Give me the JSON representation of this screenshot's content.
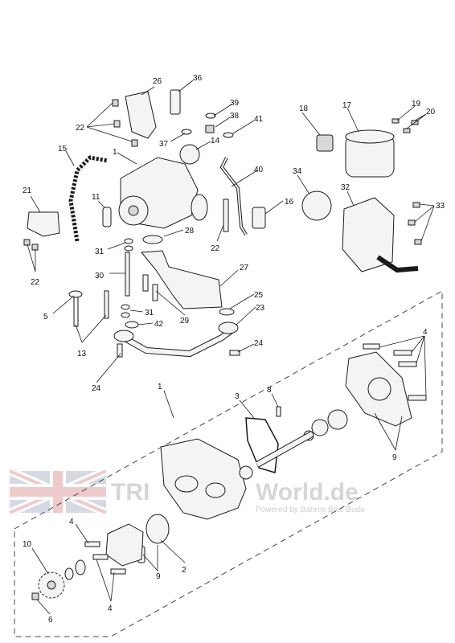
{
  "callouts": {
    "n1": "1",
    "n2": "2",
    "n3": "3",
    "n4": "4",
    "n5": "5",
    "n6": "6",
    "n8": "8",
    "n9": "9",
    "n10": "10",
    "n11": "11",
    "n13": "13",
    "n14": "14",
    "n15": "15",
    "n16": "16",
    "n17": "17",
    "n18": "18",
    "n19": "19",
    "n20": "20",
    "n21": "21",
    "n22": "22",
    "n23": "23",
    "n24": "24",
    "n25": "25",
    "n26": "26",
    "n27": "27",
    "n28": "28",
    "n29": "29",
    "n30": "30",
    "n31": "31",
    "n32": "32",
    "n33": "33",
    "n34": "34",
    "n36": "36",
    "n37": "37",
    "n38": "38",
    "n39": "39",
    "n40": "40",
    "n41": "41",
    "n42": "42"
  },
  "watermark": {
    "brand_left": "TRI",
    "brand_right": "World.de",
    "tagline": "Powered by Bahros Bike Bude"
  },
  "colors": {
    "line": "#1a1a1a",
    "watermark": "#c9c9c9",
    "flag_red": "#d46a6a",
    "flag_blue": "#8a95b5"
  }
}
